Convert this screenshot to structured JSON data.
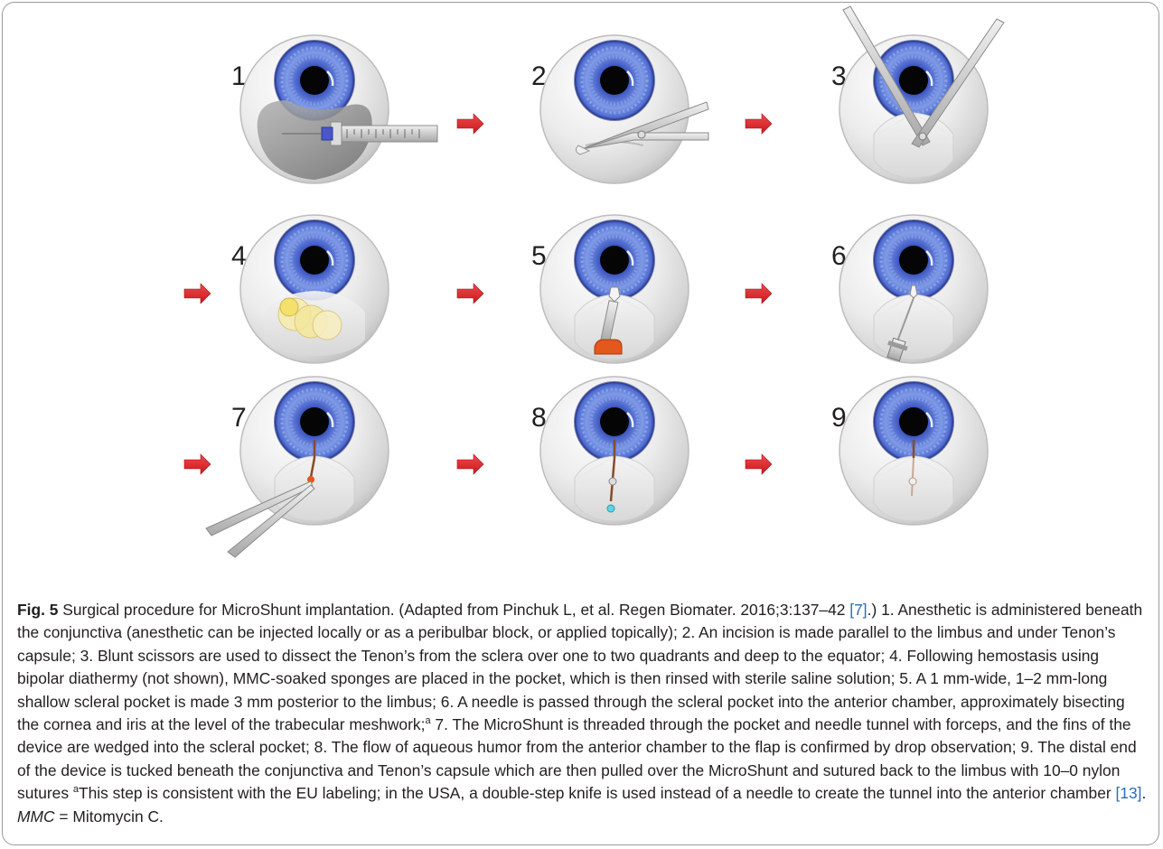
{
  "figure": {
    "panels": [
      {
        "number": "1",
        "step": "anesthetic-injection"
      },
      {
        "number": "2",
        "step": "incision"
      },
      {
        "number": "3",
        "step": "blunt-dissection"
      },
      {
        "number": "4",
        "step": "mmc-sponges"
      },
      {
        "number": "5",
        "step": "scleral-pocket"
      },
      {
        "number": "6",
        "step": "needle-tunnel"
      },
      {
        "number": "7",
        "step": "microshunt-insertion"
      },
      {
        "number": "8",
        "step": "flow-confirmation"
      },
      {
        "number": "9",
        "step": "tuck-and-suture"
      }
    ],
    "colors": {
      "arrow": "#e8262b",
      "iris": "#4a64c8",
      "sclera": "#e4e4e4",
      "device_cap": "#e05a1e",
      "sponge": "#f2e27a",
      "drop": "#5fd3e6"
    }
  },
  "caption": {
    "fig_label": "Fig. 5",
    "part1": " Surgical procedure for MicroShunt implantation. (Adapted from Pinchuk L, et al. Regen Biomater. 2016;3:137–42 ",
    "ref1": "[7]",
    "part2": ".) 1. Anesthetic is administered beneath the conjunctiva (anesthetic can be injected locally or as a peribulbar block, or applied topically); 2. An incision is made parallel to the limbus and under Tenon’s capsule; 3. Blunt scissors are used to dissect the Tenon’s from the sclera over one to two quadrants and deep to the equator; 4. Following hemostasis using bipolar diathermy (not shown), MMC-soaked sponges are placed in the pocket, which is then rinsed with sterile saline solution; 5. A 1 mm-wide, 1–2 mm-long shallow scleral pocket is made 3 mm posterior to the limbus; 6. A needle is passed through the scleral pocket into the anterior chamber, approximately bisecting the cornea and iris at the level of the trabecular meshwork;",
    "sup1": "a",
    "part3": " 7. The MicroShunt is threaded through the pocket and needle tunnel with forceps, and the fins of the device are wedged into the scleral pocket; 8. The flow of aqueous humor from the anterior chamber to the flap is confirmed by drop observation; 9. The distal end of the device is tucked beneath the conjunctiva and Tenon’s capsule which are then pulled over the MicroShunt and sutured back to the limbus with 10–0 nylon sutures ",
    "sup2": "a",
    "part4": "This step is consistent with the EU labeling; in the USA, a double-step knife is used instead of a needle to create the tunnel into the anterior chamber ",
    "ref2": "[13]",
    "part5": ". ",
    "abbr": "MMC",
    "part6": " = Mitomycin C."
  }
}
